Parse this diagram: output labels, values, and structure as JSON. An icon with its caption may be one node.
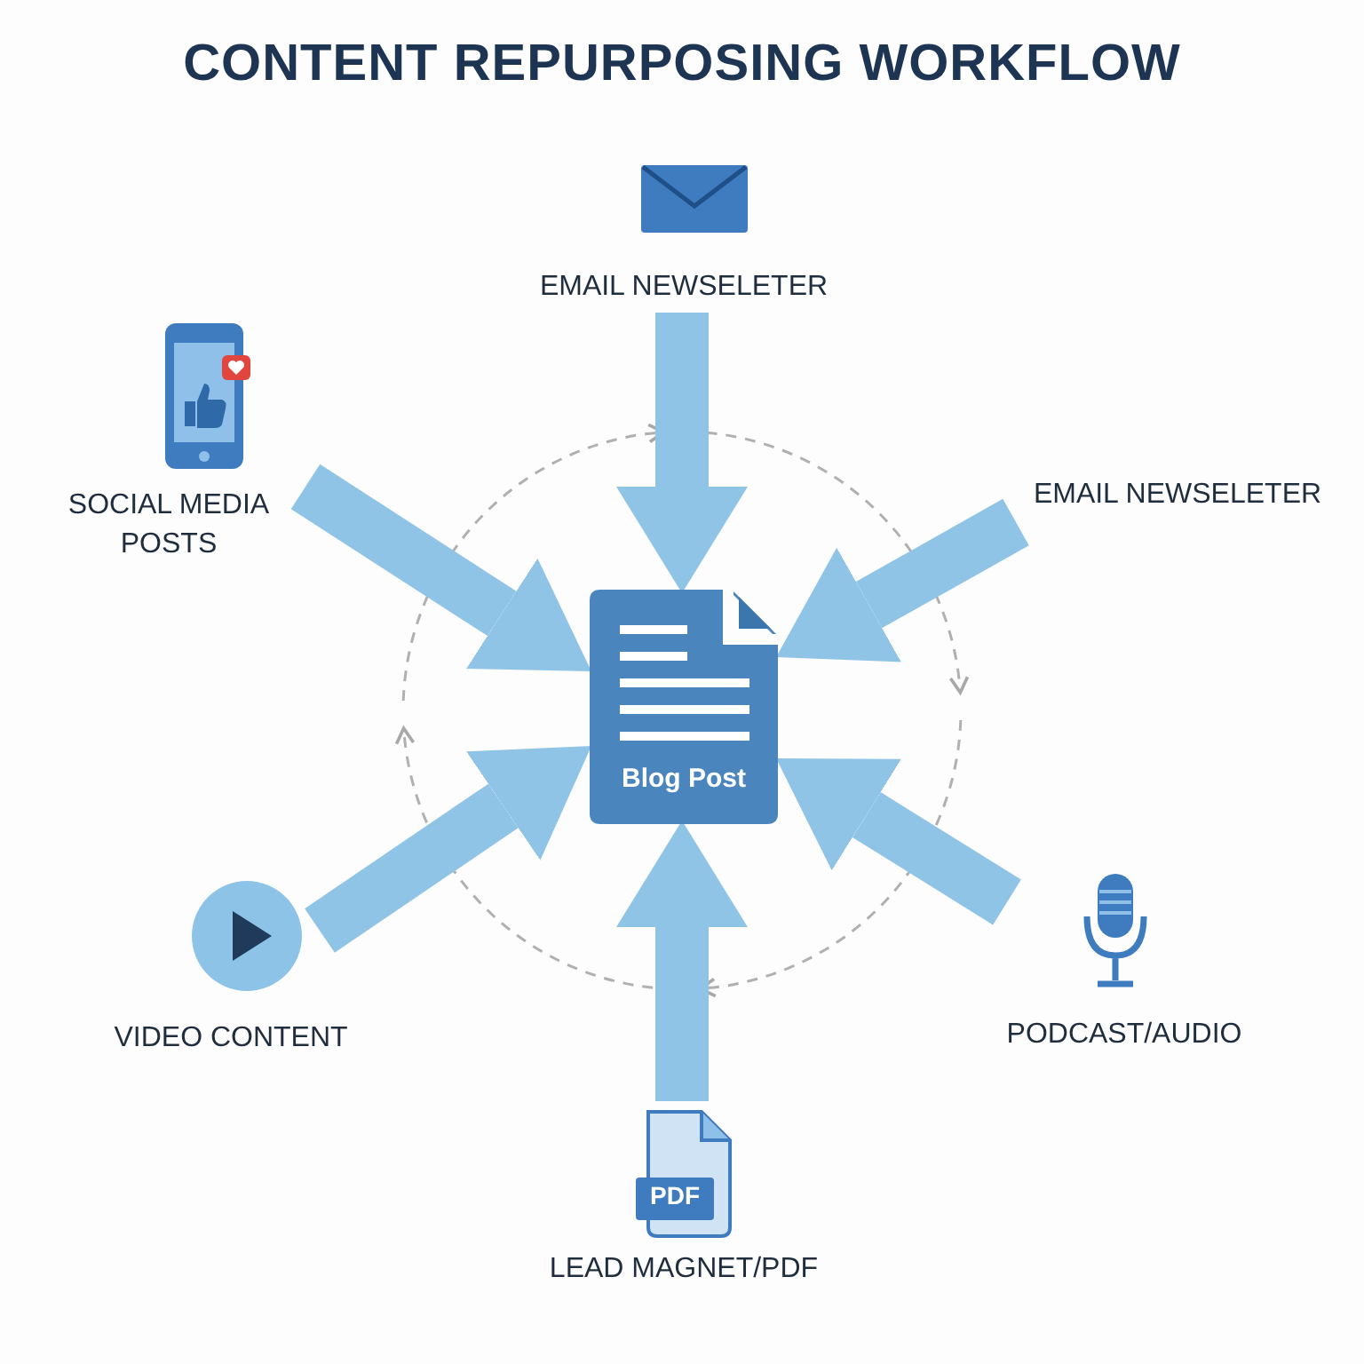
{
  "diagram": {
    "title": "CONTENT REPURPOSING WORKFLOW",
    "nodes": [
      {
        "text": [
          "Blog Post"
        ]
      },
      {
        "text": [
          "EMAIL NEWSELETER"
        ]
      },
      {
        "text": [
          "SOCIAL MEDIA POSTS"
        ]
      },
      {
        "text": [
          "EMAIL NEWSELETER"
        ]
      },
      {
        "text": [
          "VIDEO CONTENT"
        ]
      },
      {
        "text": [
          "PODCAST/AUDIO"
        ]
      },
      {
        "text": [
          "LEAD MAGNET/PDF"
        ]
      }
    ],
    "edges": [
      {
        "from": 1,
        "to": 0,
        "arrow": "to"
      },
      {
        "from": 2,
        "to": 0,
        "arrow": "to"
      },
      {
        "from": 3,
        "to": 0,
        "arrow": "to"
      },
      {
        "from": 4,
        "to": 0,
        "arrow": "to"
      },
      {
        "from": 5,
        "to": 0,
        "arrow": "to"
      },
      {
        "from": 6,
        "to": 0,
        "arrow": "to"
      }
    ],
    "labels": [
      "PDF"
    ]
  }
}
